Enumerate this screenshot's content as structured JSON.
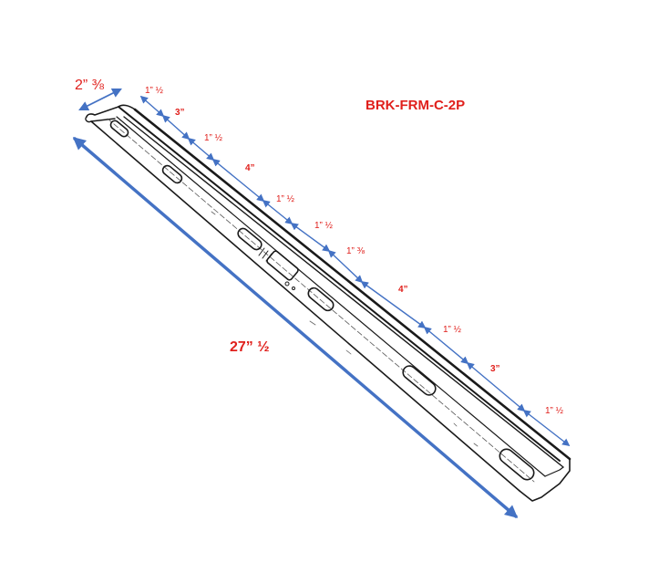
{
  "part_number": "BRK-FRM-C-2P",
  "total_length": "27” ½",
  "width": "2” ⅜",
  "segments": [
    "1” ½",
    "3”",
    "1” ½",
    "4”",
    "1” ½",
    "1” ½",
    "1” ⅜",
    "4”",
    "1” ½",
    "3”",
    "1” ½"
  ],
  "colors": {
    "dimension_line": "#4472c4",
    "label_text": "#e0201c",
    "outline": "#1a1a1a"
  }
}
